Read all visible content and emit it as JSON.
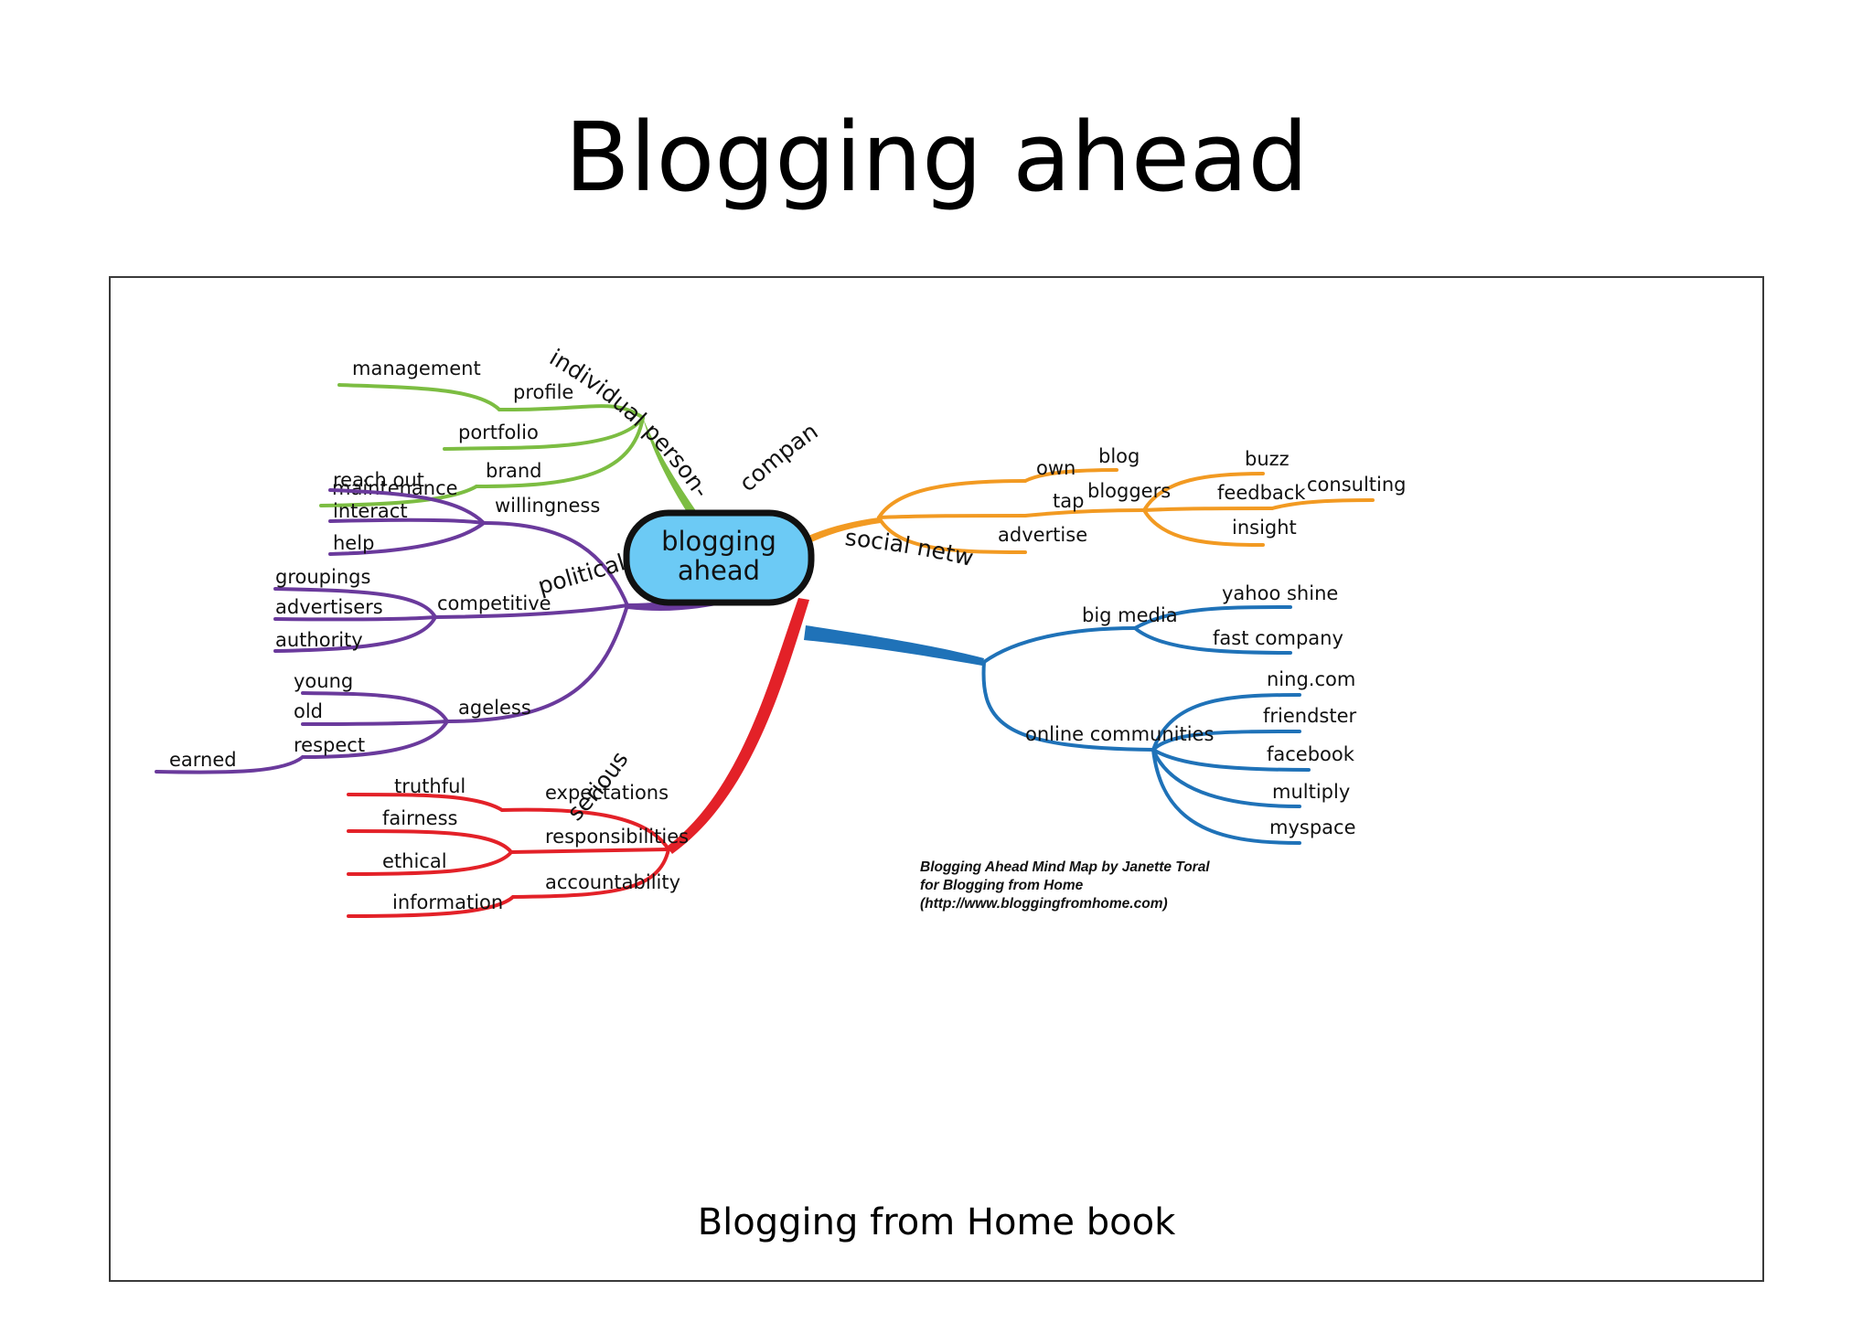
{
  "slide": {
    "title": "Blogging ahead",
    "caption": "Blogging from Home book"
  },
  "mindmap": {
    "center": {
      "line1": "blogging",
      "line2": "ahead",
      "fill": "#6ccaf5"
    },
    "credit": "Blogging Ahead Mind Map by Janette Toral\nfor Blogging from Home\n(http://www.bloggingfromhome.com)",
    "colors": {
      "individual": "#7cbd42",
      "political": "#6a3a9c",
      "serious": "#e32128",
      "companies": "#f29a22",
      "social": "#1f72b8"
    },
    "branches": {
      "individual": {
        "label": "individual person-focused",
        "profile": "profile",
        "management": "management",
        "portfolio": "portfolio",
        "brand": "brand",
        "maintenance": "maintenance"
      },
      "political": {
        "label": "political",
        "willingness": "willingness",
        "reach_out": "reach out",
        "interact": "interact",
        "help": "help",
        "competitive": "competitive",
        "groupings": "groupings",
        "advertisers": "advertisers",
        "authority": "authority",
        "ageless": "ageless",
        "young": "young",
        "old": "old",
        "respect": "respect",
        "earned": "earned"
      },
      "serious": {
        "label": "serious",
        "expectations": "expectations",
        "truthful": "truthful",
        "responsibilities": "responsibilities",
        "fairness": "fairness",
        "ethical": "ethical",
        "accountability": "accountability",
        "information": "information"
      },
      "companies": {
        "label": "companies",
        "own": "own",
        "blog": "blog",
        "tap": "tap",
        "bloggers": "bloggers",
        "buzz": "buzz",
        "feedback": "feedback",
        "consulting": "consulting",
        "insight": "insight",
        "advertise": "advertise"
      },
      "social": {
        "label": "social networks",
        "big_media": "big media",
        "yahoo_shine": "yahoo shine",
        "fast_company": "fast company",
        "online_communities": "online communities",
        "ning": "ning.com",
        "friendster": "friendster",
        "facebook": "facebook",
        "multiply": "multiply",
        "myspace": "myspace"
      }
    }
  }
}
